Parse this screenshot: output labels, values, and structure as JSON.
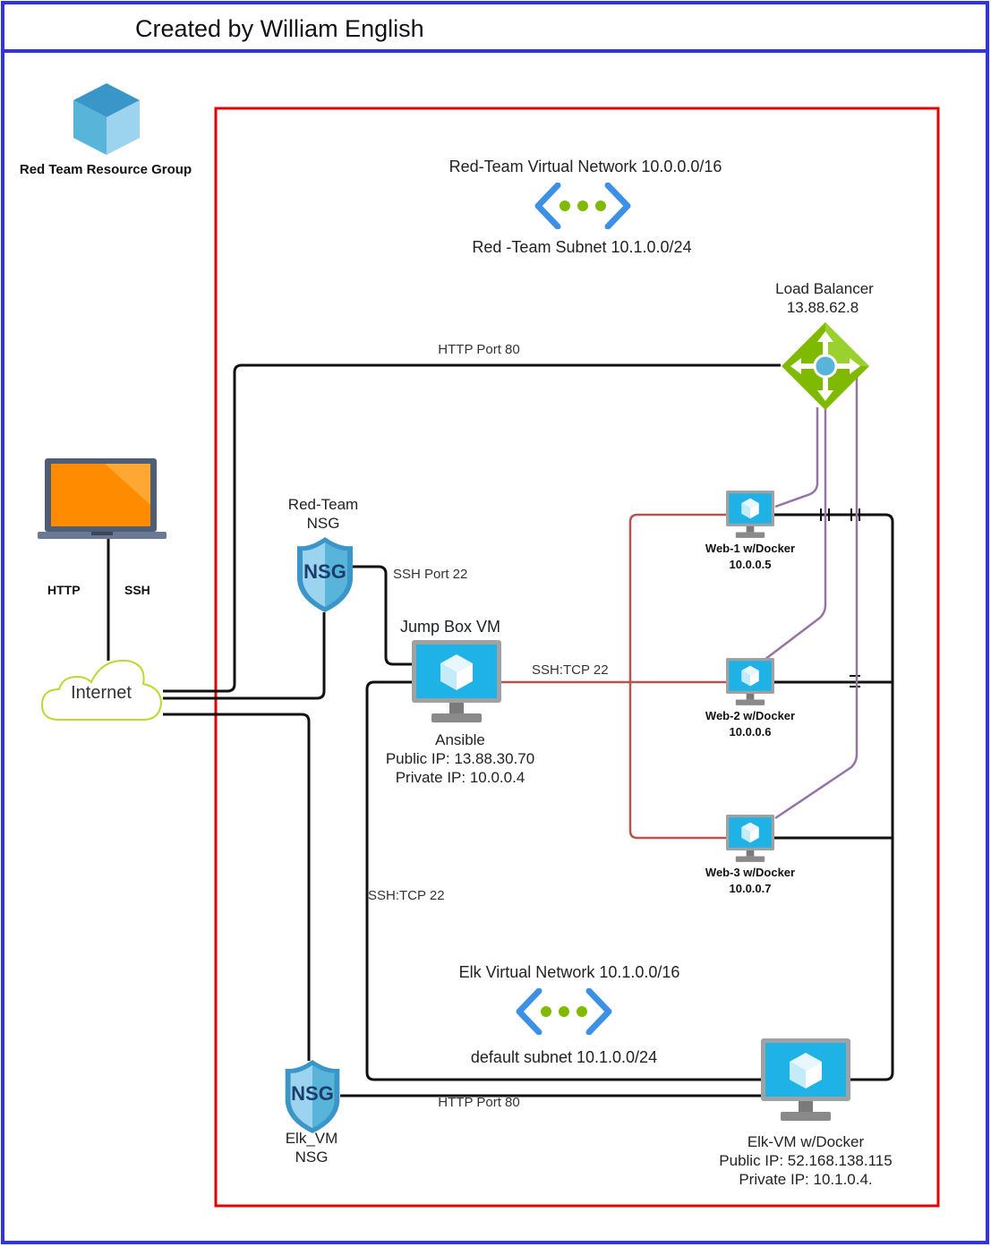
{
  "title": "Created by William English",
  "resource_group": {
    "label": "Red Team Resource Group",
    "icon": "resource-group-cube-icon"
  },
  "client": {
    "icon": "laptop-icon",
    "http_label": "HTTP",
    "ssh_label": "SSH"
  },
  "internet": {
    "label": "Internet",
    "icon": "cloud-icon"
  },
  "red_vnet": {
    "title": "Red-Team Virtual Network 10.0.0.0/16",
    "subnet": "Red -Team Subnet 10.1.0.0/24",
    "icon": "virtual-network-icon"
  },
  "load_balancer": {
    "name": "Load Balancer",
    "ip": "13.88.62.8",
    "icon": "load-balancer-icon"
  },
  "red_nsg": {
    "line1": "Red-Team",
    "line2": "NSG",
    "icon": "nsg-shield-icon",
    "badge": "NSG"
  },
  "jump_box": {
    "title": "Jump Box VM",
    "name": "Ansible",
    "public_ip": "Public IP: 13.88.30.70",
    "private_ip": "Private IP: 10.0.0.4",
    "icon": "vm-monitor-icon"
  },
  "web_vms": [
    {
      "name": "Web-1 w/Docker",
      "ip": "10.0.0.5"
    },
    {
      "name": "Web-2 w/Docker",
      "ip": "10.0.0.6"
    },
    {
      "name": "Web-3 w/Docker",
      "ip": "10.0.0.7"
    }
  ],
  "connections": {
    "http_lb": "HTTP Port 80",
    "ssh_nsg": "SSH Port 22",
    "ssh_web": "SSH:TCP 22",
    "ssh_elk": "SSH:TCP 22",
    "http_elk": "HTTP Port 80"
  },
  "elk_vnet": {
    "title": "Elk Virtual Network 10.1.0.0/16",
    "subnet": "default subnet 10.1.0.0/24",
    "icon": "virtual-network-icon"
  },
  "elk_nsg": {
    "line1": "Elk_VM",
    "line2": "NSG",
    "icon": "nsg-shield-icon",
    "badge": "NSG"
  },
  "elk_vm": {
    "name": "Elk-VM w/Docker",
    "public_ip": "Public IP: 52.168.138.115",
    "private_ip": "Private IP: 10.1.0.4.",
    "icon": "vm-monitor-icon"
  },
  "colors": {
    "outer_border": "#3333e6",
    "group_border": "#e60000",
    "wire_black": "#111111",
    "wire_red": "#b85450",
    "wire_purple": "#9673a6",
    "azure_blue": "#1fb2e7",
    "lb_green": "#7fba00",
    "laptop_orange": "#ff8c00"
  }
}
